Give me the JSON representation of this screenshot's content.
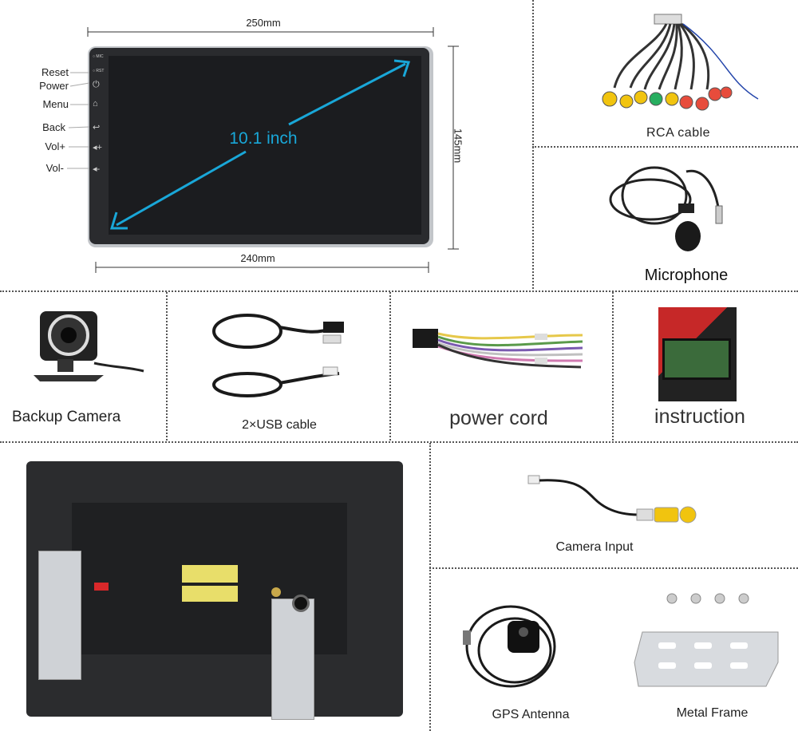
{
  "head_unit": {
    "width_top": "250mm",
    "width_bottom": "240mm",
    "height": "145mm",
    "diagonal": "10.1 inch",
    "side_labels": [
      "Reset",
      "Power",
      "Menu",
      "Back",
      "Vol+",
      "Vol-"
    ],
    "bezel_markers": [
      "MIC",
      "RST"
    ]
  },
  "accessories": {
    "rca": "RCA cable",
    "microphone": "Microphone",
    "backup_camera": "Backup Camera",
    "usb": "2×USB cable",
    "power_cord": "power cord",
    "instruction": "instruction",
    "camera_input": "Camera Input",
    "gps": "GPS Antenna",
    "metal_frame": "Metal Frame"
  },
  "colors": {
    "accent_cyan": "#19a7d8",
    "screen": "#1b1c1f",
    "bezel": "#b9bcc0"
  }
}
